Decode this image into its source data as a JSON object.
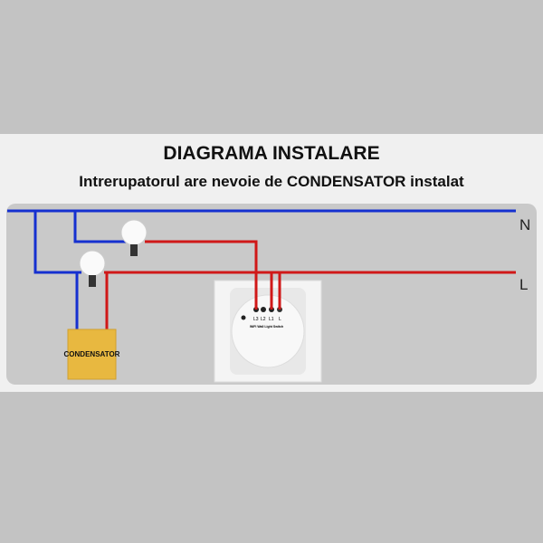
{
  "header": {
    "title": "DIAGRAMA INSTALARE",
    "subtitle": "Intrerupatorul are nevoie de CONDENSATOR instalat"
  },
  "diagram": {
    "neutral_label": "N",
    "line_label": "L",
    "capacitor_label": "CONDENSATOR",
    "terminals": [
      "L3",
      "L2",
      "L1",
      "L"
    ],
    "switch_caption": "WiFi Wall Light Switch",
    "colors": {
      "neutral": "#1530d0",
      "live": "#d01818",
      "capacitor": "#e8b840"
    }
  }
}
